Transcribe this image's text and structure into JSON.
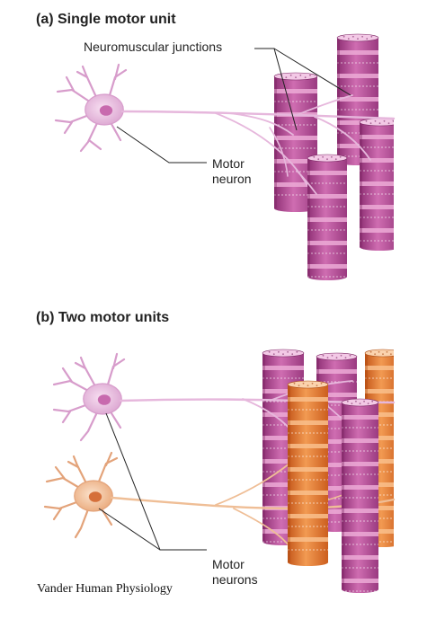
{
  "panel_a": {
    "title": "(a) Single motor unit",
    "junction_label": "Neuromuscular junctions",
    "neuron_label_line1": "Motor",
    "neuron_label_line2": "neuron"
  },
  "panel_b": {
    "title": "(b) Two motor units",
    "neuron_label_line1": "Motor",
    "neuron_label_line2": "neurons"
  },
  "credit": "Vander Human Physiology",
  "colors": {
    "fiber_magenta": "#c0569f",
    "fiber_orange": "#e8752a",
    "neuron_pink": "#e6b7dc",
    "neuron_peach": "#efbe96",
    "leader_line": "#222222"
  }
}
